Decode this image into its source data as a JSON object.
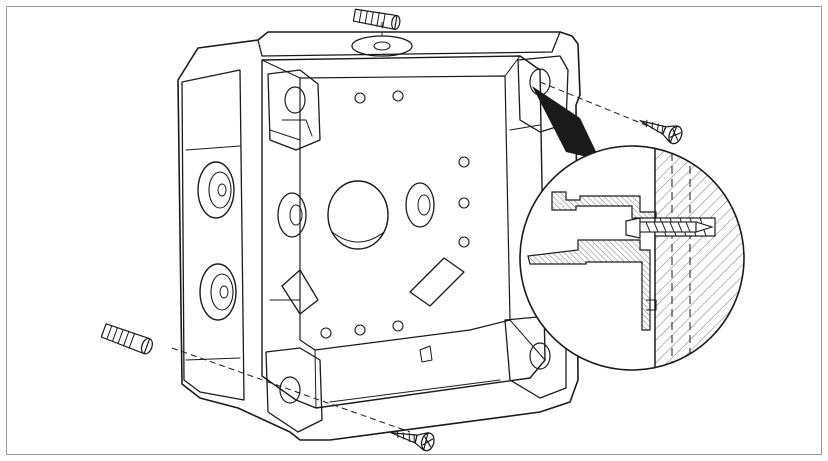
{
  "diagram": {
    "colors": {
      "line": "#1a1a1a",
      "surface": "#ffffff",
      "shade": "#d9d9d9",
      "hatch": "#8a8a8a",
      "frame": "#9a9a9a"
    },
    "parts": {
      "box": "junction-box",
      "screws": 2,
      "wall_plugs": 2,
      "detail_view": "wall-mounting-section"
    }
  }
}
